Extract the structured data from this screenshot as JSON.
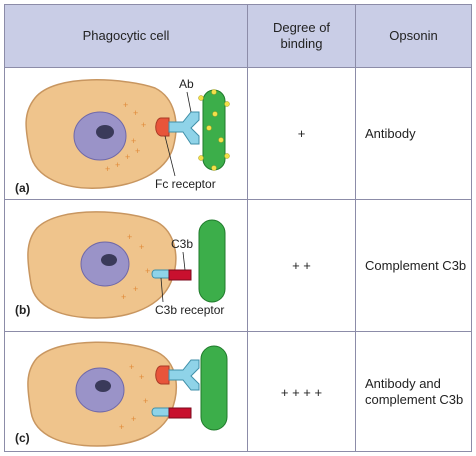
{
  "headers": {
    "phagocytic_cell": "Phagocytic cell",
    "degree_of_binding": "Degree of binding",
    "opsonin": "Opsonin"
  },
  "rows": [
    {
      "label": "(a)",
      "parts": [
        "Ab",
        "Fc receptor"
      ],
      "degree": "+",
      "opsonin": "Antibody"
    },
    {
      "label": "(b)",
      "parts": [
        "C3b",
        "C3b receptor"
      ],
      "degree": "+ +",
      "opsonin": "Complement C3b"
    },
    {
      "label": "(c)",
      "parts": [],
      "degree": "+ + + +",
      "opsonin": "Antibody and complement C3b"
    }
  ],
  "colors": {
    "header_bg": "#c9cde6",
    "cell_body": "#efc48c",
    "nucleus": "#9a93c8",
    "bacterium": "#3cae4a",
    "fc_receptor": "#e8543a",
    "antibody": "#8fd3e8",
    "c3b": "#c8102e"
  }
}
